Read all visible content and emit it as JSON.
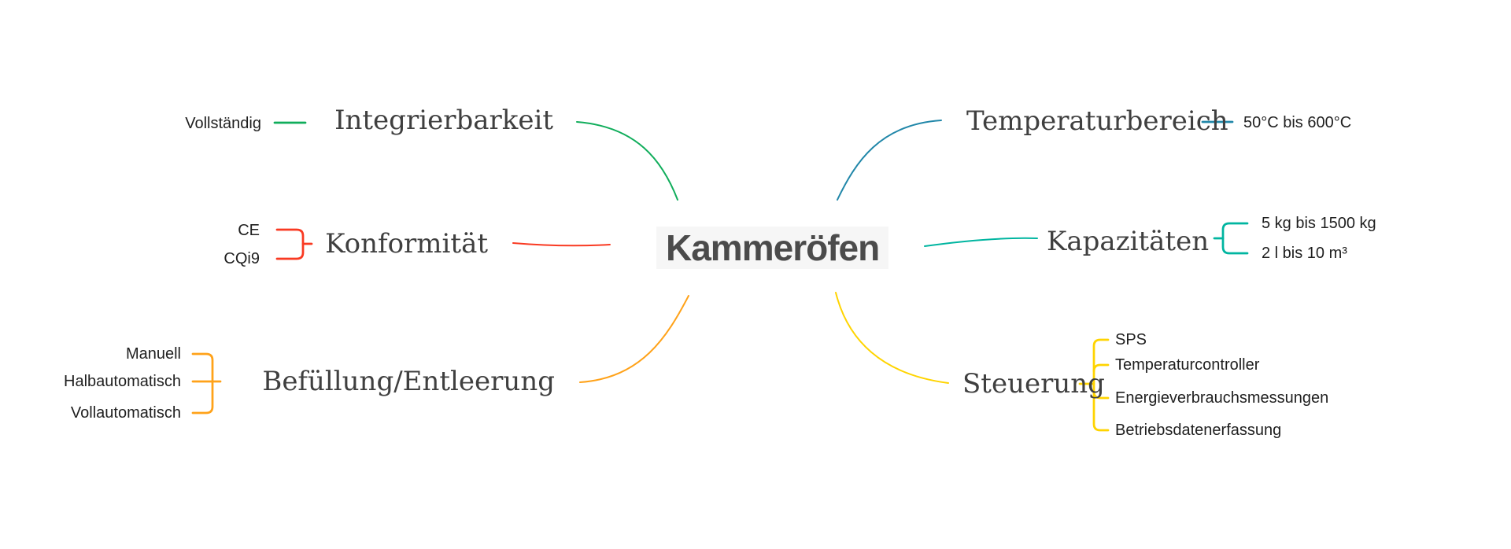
{
  "root": {
    "label": "Kammeröfen"
  },
  "branches": [
    {
      "label": "Integrierbarkeit",
      "color": "#10ad5b",
      "side": "left",
      "children": [
        "Vollständig"
      ]
    },
    {
      "label": "Konformität",
      "color": "#f93a22",
      "side": "left",
      "children": [
        "CE",
        "CQi9"
      ]
    },
    {
      "label": "Befüllung/Entleerung",
      "color": "#ffa219",
      "side": "left",
      "children": [
        "Manuell",
        "Halbautomatisch",
        "Vollautomatisch"
      ]
    },
    {
      "label": "Temperaturbereich",
      "color": "#2187a9",
      "side": "right",
      "children": [
        "50°C bis 600°C"
      ]
    },
    {
      "label": "Kapazitäten",
      "color": "#00b5a0",
      "side": "right",
      "children": [
        "5 kg bis 1500 kg",
        "2 l bis 10 m³"
      ]
    },
    {
      "label": "Steuerung",
      "color": "#ffd400",
      "side": "right",
      "children": [
        "SPS",
        "Temperaturcontroller",
        "Energieverbrauchsmessungen",
        "Betriebsdatenerfassung"
      ]
    }
  ]
}
